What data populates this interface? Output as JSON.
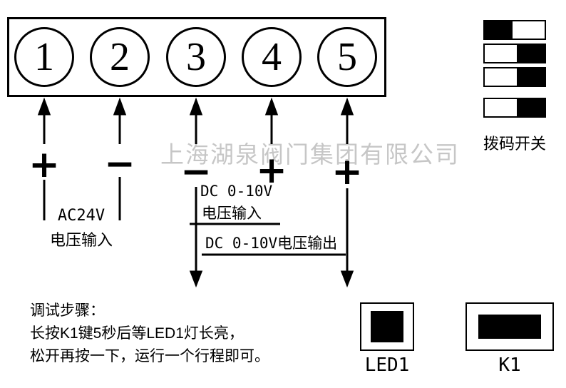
{
  "watermark": "上海湖泉阀门集团有限公司",
  "terminal_block": {
    "numbers": [
      "1",
      "2",
      "3",
      "4",
      "5"
    ],
    "polarity": [
      "+",
      "−",
      "−",
      "+",
      "+"
    ]
  },
  "wiring_labels": {
    "ac24v": "AC24V",
    "ac24v_sub": "电压输入",
    "dc_input": "DC 0-10V",
    "dc_input_sub": "电压输入",
    "dc_output": "DC 0-10V电压输出"
  },
  "dip_switch": {
    "label": "拨码开关",
    "states": [
      "left",
      "right",
      "right",
      "right"
    ]
  },
  "instructions": {
    "title": "调试步骤：",
    "line1": "长按K1键5秒后等LED1灯长亮，",
    "line2": "松开再按一下，运行一个行程即可。"
  },
  "indicators": {
    "led": "LED1",
    "key": "K1"
  }
}
